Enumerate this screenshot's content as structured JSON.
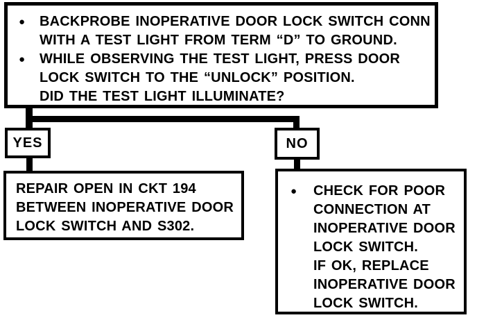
{
  "diagram": {
    "bullet_icon": "●",
    "colors": {
      "ink": "#000000",
      "paper": "#ffffff"
    },
    "step_box": {
      "items": [
        {
          "lines": [
            "BACKPROBE INOPERATIVE DOOR LOCK SWITCH CONN",
            "WITH A TEST LIGHT FROM TERM “D” TO GROUND."
          ]
        },
        {
          "lines": [
            "WHILE OBSERVING THE TEST LIGHT, PRESS DOOR",
            "LOCK SWITCH TO THE “UNLOCK” POSITION."
          ]
        }
      ],
      "question": "DID THE TEST LIGHT ILLUMINATE?"
    },
    "branches": {
      "yes": {
        "label": "YES",
        "result_lines": [
          "REPAIR OPEN IN CKT 194",
          "BETWEEN INOPERATIVE DOOR",
          "LOCK SWITCH AND S302."
        ]
      },
      "no": {
        "label": "NO",
        "result_lines": [
          "CHECK FOR POOR",
          "CONNECTION AT",
          "INOPERATIVE DOOR",
          "LOCK SWITCH.",
          "IF OK, REPLACE",
          "INOPERATIVE DOOR",
          "LOCK SWITCH."
        ]
      }
    }
  }
}
